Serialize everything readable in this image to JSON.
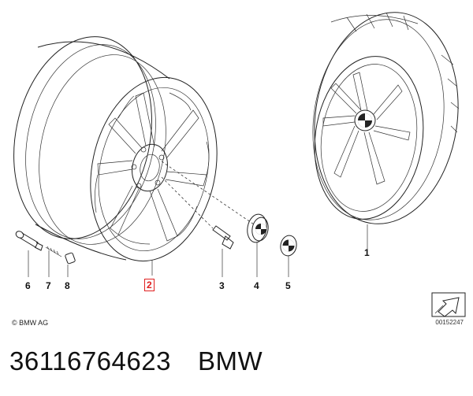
{
  "labels": {
    "l1": "1",
    "l2": "2",
    "l3": "3",
    "l4": "4",
    "l5": "5",
    "l6": "6",
    "l7": "7",
    "l8": "8"
  },
  "highlight_color": "#e02020",
  "copyright": "© BMW AG",
  "drawing_number": "00152247",
  "caption": {
    "part_number": "36116764623",
    "brand": "BMW"
  }
}
